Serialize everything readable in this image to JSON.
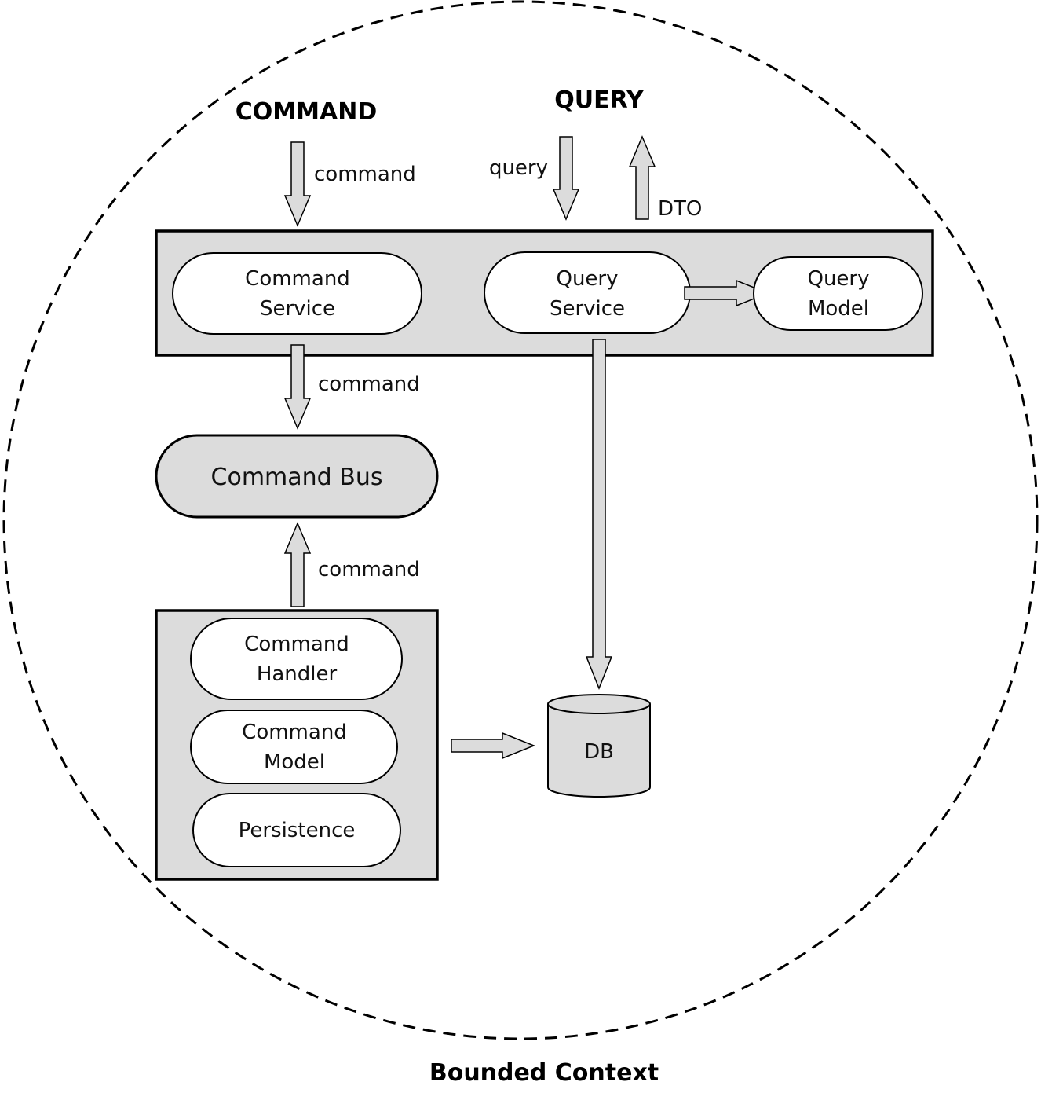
{
  "headings": {
    "command": "COMMAND",
    "query": "QUERY",
    "boundary": "Bounded Context"
  },
  "nodes": {
    "command_service": [
      "Command",
      "Service"
    ],
    "query_service": [
      "Query",
      "Service"
    ],
    "query_model": [
      "Query",
      "Model"
    ],
    "command_bus": "Command Bus",
    "command_handler": [
      "Command",
      "Handler"
    ],
    "command_model": [
      "Command",
      "Model"
    ],
    "persistence": "Persistence",
    "db": "DB"
  },
  "edges": {
    "command_in": "command",
    "query_in": "query",
    "dto_out": "DTO",
    "service_to_bus": "command",
    "handler_to_bus": "command"
  },
  "colors": {
    "fill_gray": "#dcdcdc",
    "stroke": "#000000",
    "background": "#ffffff"
  }
}
